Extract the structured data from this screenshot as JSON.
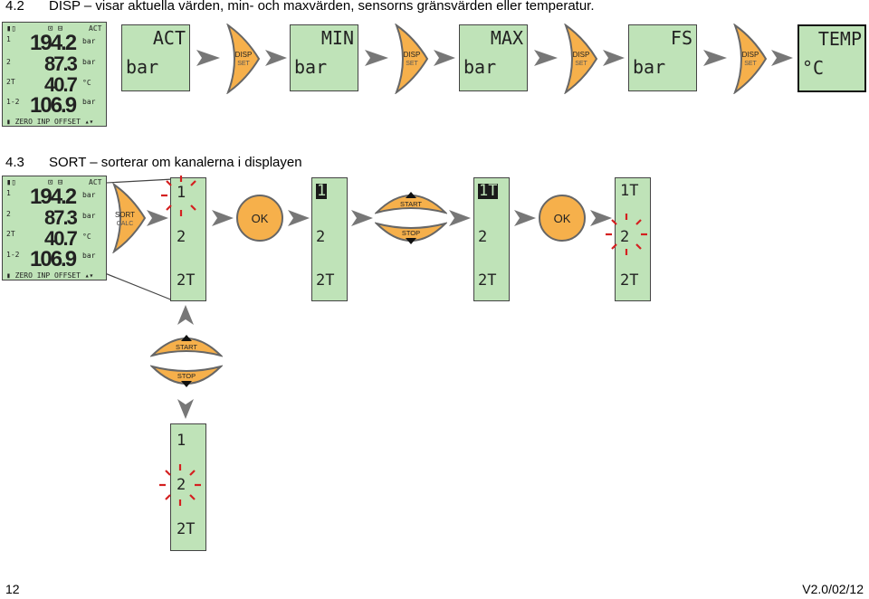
{
  "section_42": {
    "number": "4.2",
    "title": "DISP – visar aktuella värden, min- och maxvärden, sensorns gränsvärden eller temperatur."
  },
  "section_43": {
    "number": "4.3",
    "title": "SORT – sorterar om kanalerna i displayen"
  },
  "device": {
    "act": "ACT",
    "channels": [
      "1",
      "2",
      "2T",
      "1-2"
    ],
    "values": [
      "194.2",
      "87.3",
      "40.7",
      "106.9"
    ],
    "units": [
      "bar",
      "bar",
      "°C",
      "bar"
    ],
    "footer_menu": "ZERO INP OFFSET"
  },
  "disp_screens": [
    {
      "top": "ACT",
      "bottom": "bar"
    },
    {
      "top": "MIN",
      "bottom": "bar"
    },
    {
      "top": "MAX",
      "bottom": "bar"
    },
    {
      "top": "FS",
      "bottom": "bar"
    },
    {
      "top": "TEMP",
      "bottom": "°C"
    }
  ],
  "buttons": {
    "disp": "DISP",
    "set": "SET",
    "sort": "SORT",
    "calc": "CALC",
    "ok": "OK",
    "start": "START",
    "stop": "STOP"
  },
  "sort_columns": [
    {
      "items": [
        "1",
        "2",
        "2T"
      ]
    },
    {
      "items": [
        "1",
        "2",
        "2T"
      ]
    },
    {
      "items": [
        "1T",
        "2",
        "2T"
      ]
    },
    {
      "items": [
        "1T",
        "2",
        "2T"
      ]
    },
    {
      "items": [
        "1",
        "2",
        "2T"
      ]
    }
  ],
  "page": {
    "number": "12",
    "version": "V2.0/02/12"
  },
  "colors": {
    "lcd": "#bfe3b8",
    "button": "#f6b04b",
    "blink": "#d42020",
    "arrow": "#777777"
  }
}
